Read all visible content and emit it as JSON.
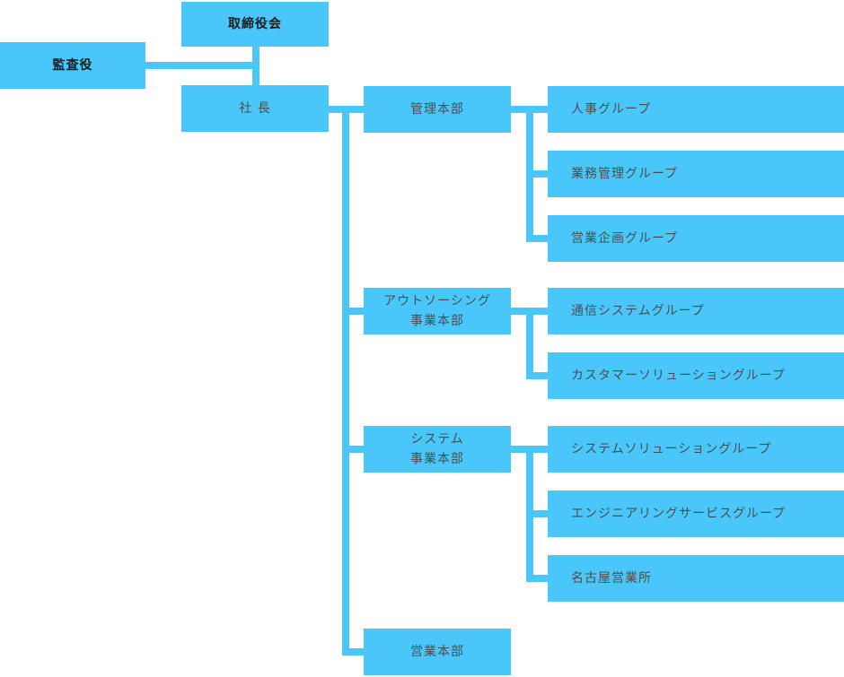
{
  "org_chart": {
    "board": {
      "label": "取締役会"
    },
    "auditor": {
      "label": "監査役"
    },
    "president": {
      "label": "社 長"
    },
    "departments": [
      {
        "id": "admin",
        "lines": [
          "管理本部"
        ],
        "groups": [
          "人事グループ",
          "業務管理グループ",
          "営業企画グループ"
        ]
      },
      {
        "id": "outsourcing",
        "lines": [
          "アウトソーシング",
          "事業本部"
        ],
        "groups": [
          "通信システムグループ",
          "カスタマーソリューショングループ"
        ]
      },
      {
        "id": "system",
        "lines": [
          "システム",
          "事業本部"
        ],
        "groups": [
          "システムソリューショングループ",
          "エンジニアリングサービスグループ",
          "名古屋営業所"
        ]
      },
      {
        "id": "sales",
        "lines": [
          "営業本部"
        ],
        "groups": []
      }
    ]
  },
  "colors": {
    "box_fill": "#4AC7FA",
    "text": "#4D4D4D",
    "emphasis_text": "#1A1A1A",
    "background": "#FFFFFF"
  }
}
